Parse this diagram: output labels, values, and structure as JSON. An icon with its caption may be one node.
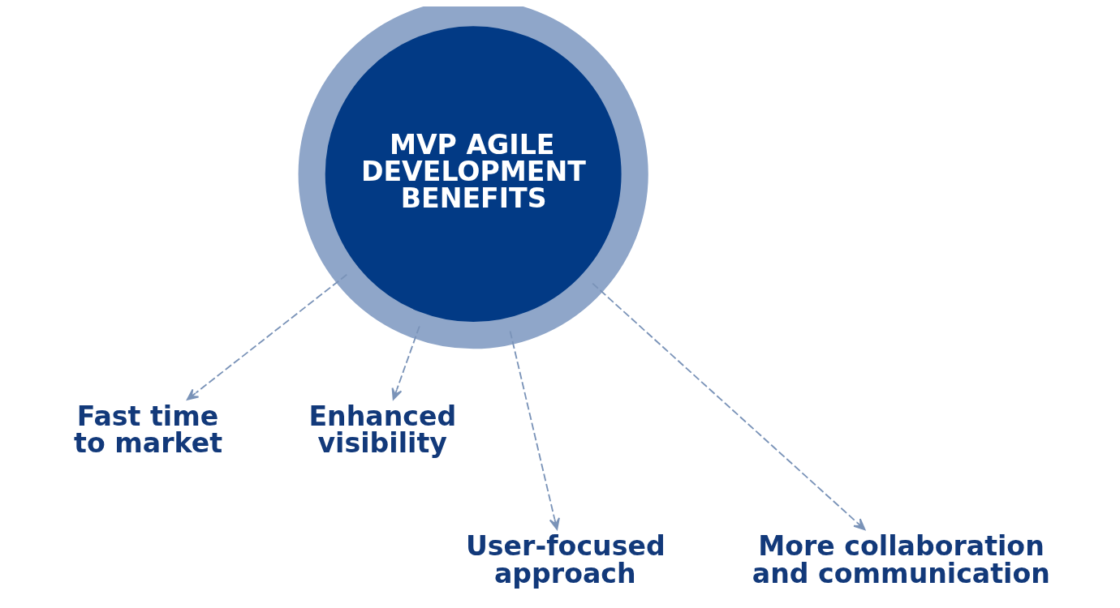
{
  "diagram": {
    "nodes": [
      {
        "text": [
          "MVP AGILE DEVELOPMENT BENEFITS"
        ]
      },
      {
        "text": [
          "Fast time to market"
        ]
      },
      {
        "text": [
          "Enhanced visibility"
        ]
      },
      {
        "text": [
          "User-focused approach"
        ]
      },
      {
        "text": [
          "More collaboration and communication"
        ]
      }
    ],
    "edges": [
      {
        "from": 0,
        "to": 1,
        "arrow": "to",
        "style": "dashed"
      },
      {
        "from": 0,
        "to": 2,
        "arrow": "to",
        "style": "dashed"
      },
      {
        "from": 0,
        "to": 3,
        "arrow": "to",
        "style": "dashed"
      },
      {
        "from": 0,
        "to": 4,
        "arrow": "to",
        "style": "dashed"
      }
    ]
  }
}
